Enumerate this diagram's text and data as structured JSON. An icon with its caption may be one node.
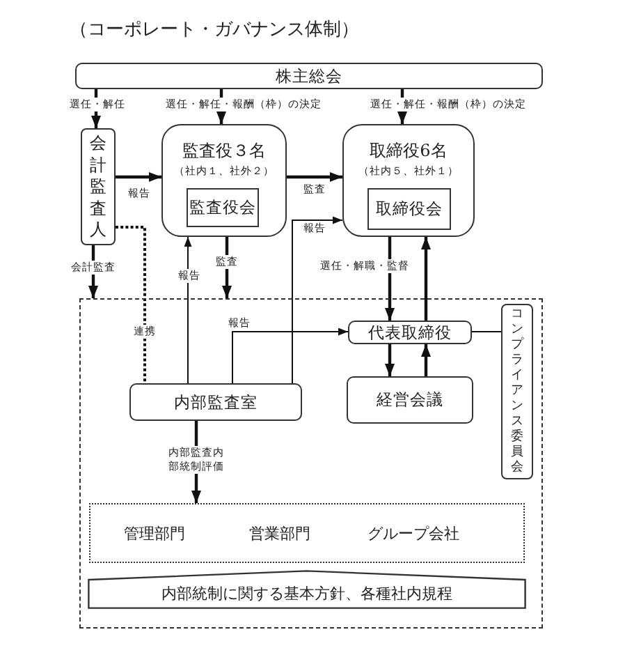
{
  "diagram": {
    "title": "（コーポレート・ガバナンス体制）",
    "nodes": [
      {
        "text": [
          "株主総会"
        ]
      },
      {
        "text": [
          "会計監査人"
        ]
      },
      {
        "text": [
          "監査役３名",
          "（社内１、社外２）"
        ]
      },
      {
        "text": [
          "監査役会"
        ],
        "in": 2
      },
      {
        "text": [
          "取締役6名",
          "（社内５、社外１）"
        ]
      },
      {
        "text": [
          "取締役会"
        ],
        "in": 4
      },
      {
        "text": [],
        "shape": "box"
      },
      {
        "text": [
          "代表取締役"
        ],
        "in": 6
      },
      {
        "text": [
          "内部監査室"
        ],
        "in": 6
      },
      {
        "text": [
          "経営会議"
        ],
        "in": 6
      },
      {
        "text": [
          "コンプライアンス委員会"
        ],
        "in": 6
      },
      {
        "text": [
          "管理部門",
          "営業部門",
          "グループ会社"
        ],
        "in": 6
      },
      {
        "text": [
          "内部統制に関する基本方針、各種社内規程"
        ],
        "in": 6
      }
    ],
    "edges": [
      {
        "from": 0,
        "to": 1,
        "arrow": "to",
        "label": "選任・解任"
      },
      {
        "from": 0,
        "to": 2,
        "arrow": "to",
        "label": "選任・解任・報酬（枠）の決定"
      },
      {
        "from": 0,
        "to": 4,
        "arrow": "to",
        "label": "選任・解任・報酬（枠）の決定"
      },
      {
        "from": 1,
        "to": 2,
        "arrow": "to",
        "label": "報告"
      },
      {
        "from": 2,
        "to": 4,
        "arrow": "to",
        "label": "監査"
      },
      {
        "from": 8,
        "to": 4,
        "arrow": "to",
        "label": "報告"
      },
      {
        "from": 1,
        "to": 6,
        "arrow": "to",
        "label": "会計監査"
      },
      {
        "from": 2,
        "to": 6,
        "arrow": "to",
        "label": "監査"
      },
      {
        "from": 1,
        "to": 8,
        "arrow": "none",
        "label": "連携",
        "style": "dashed"
      },
      {
        "from": 8,
        "to": 2,
        "arrow": "to",
        "label": "報告"
      },
      {
        "from": 8,
        "to": 7,
        "arrow": "to",
        "label": "報告"
      },
      {
        "from": 4,
        "to": 7,
        "arrow": "to",
        "label": "選任・解職・監督"
      },
      {
        "from": 7,
        "to": 4,
        "arrow": "to"
      },
      {
        "from": 7,
        "to": 9,
        "arrow": "to"
      },
      {
        "from": 9,
        "to": 7,
        "arrow": "to"
      },
      {
        "from": 7,
        "to": 10,
        "arrow": "none"
      },
      {
        "from": 8,
        "to": 11,
        "arrow": "to",
        "label": "内部監査内部統制評価"
      }
    ]
  }
}
